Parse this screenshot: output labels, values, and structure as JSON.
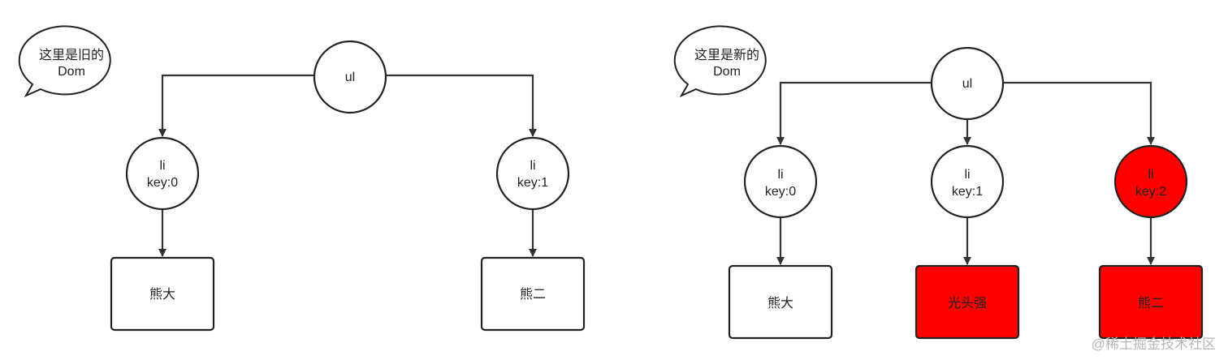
{
  "colors": {
    "default_fill": "#ffffff",
    "highlight_fill": "#ff0000",
    "highlight_stroke": "#660000",
    "stroke": "#222222",
    "text": "#222222",
    "watermark": "#b7b7b7"
  },
  "old_tree": {
    "callout": [
      "这里是旧的",
      "Dom"
    ],
    "root": "ul",
    "items": [
      {
        "li": [
          "li",
          "key:0"
        ],
        "content": "熊大",
        "highlight": false
      },
      {
        "li": [
          "li",
          "key:1"
        ],
        "content": "熊二",
        "highlight": false
      }
    ]
  },
  "new_tree": {
    "callout": [
      "这里是新的",
      "Dom"
    ],
    "root": "ul",
    "items": [
      {
        "li": [
          "li",
          "key:0"
        ],
        "content": "熊大",
        "li_highlight": false,
        "content_highlight": false
      },
      {
        "li": [
          "li",
          "key:1"
        ],
        "content": "光头强",
        "li_highlight": false,
        "content_highlight": true
      },
      {
        "li": [
          "li",
          "key:2"
        ],
        "content": "熊二",
        "li_highlight": true,
        "content_highlight": true
      }
    ]
  },
  "watermark": "@稀土掘金技术社区"
}
